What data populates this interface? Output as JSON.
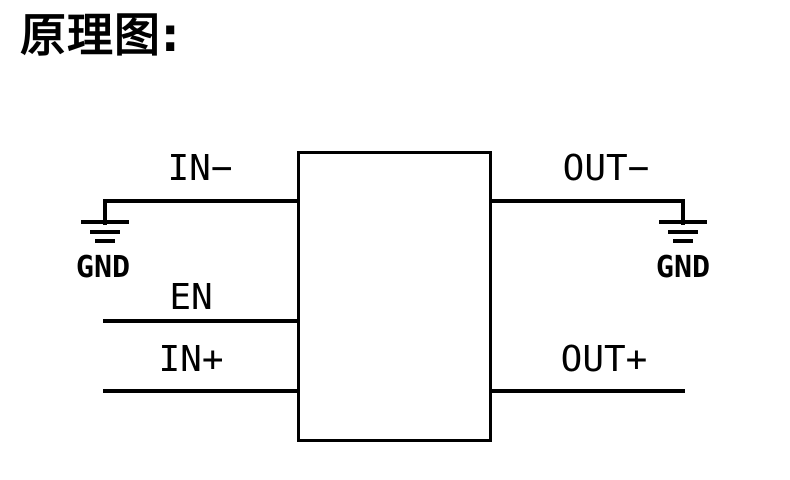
{
  "title": "原理图:",
  "colors": {
    "background": "#ffffff",
    "line": "#000000"
  },
  "schematic": {
    "left_pins": [
      {
        "label": "IN−"
      },
      {
        "label": "EN"
      },
      {
        "label": "IN+"
      }
    ],
    "right_pins": [
      {
        "label": "OUT−"
      },
      {
        "label": "OUT+"
      }
    ],
    "ground_labels": {
      "left": "GND",
      "right": "GND"
    }
  }
}
